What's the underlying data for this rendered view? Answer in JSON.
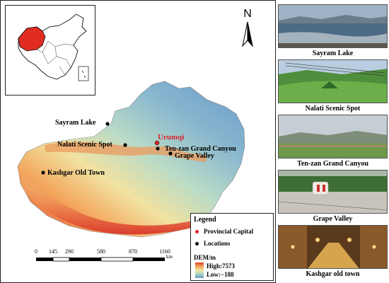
{
  "map": {
    "north_label": "N",
    "inset_highlight_color": "#e02b20",
    "places": [
      {
        "id": "sayram",
        "name": "Sayram Lake",
        "kind": "location"
      },
      {
        "id": "nalati",
        "name": "Nalati Scenic Spot",
        "kind": "location"
      },
      {
        "id": "urumqi",
        "name": "Urumqi",
        "kind": "capital"
      },
      {
        "id": "tenzan",
        "name": "Ten-zan Grand Canyou",
        "kind": "location"
      },
      {
        "id": "grape",
        "name": "Grape Valley",
        "kind": "location"
      },
      {
        "id": "kashgar",
        "name": "Kashgar Old Town",
        "kind": "location"
      }
    ],
    "scale_bar": {
      "ticks": [
        "0",
        "145",
        "290",
        "580",
        "870",
        "1160"
      ],
      "unit": "km"
    },
    "legend": {
      "title": "Legend",
      "capital_label": "Provincial Capital",
      "location_label": "Locations",
      "capital_color": "#d9262b",
      "location_color": "#000000",
      "dem_title": "DEM/m",
      "dem_high": "High:7573",
      "dem_low": "Low:−188"
    }
  },
  "photos": [
    {
      "caption": "Sayram Lake"
    },
    {
      "caption": "Nalati Scenic Spot"
    },
    {
      "caption": "Ten-zan Grand Canyou"
    },
    {
      "caption": "Grape Valley"
    },
    {
      "caption": "Kashgar old town"
    }
  ]
}
